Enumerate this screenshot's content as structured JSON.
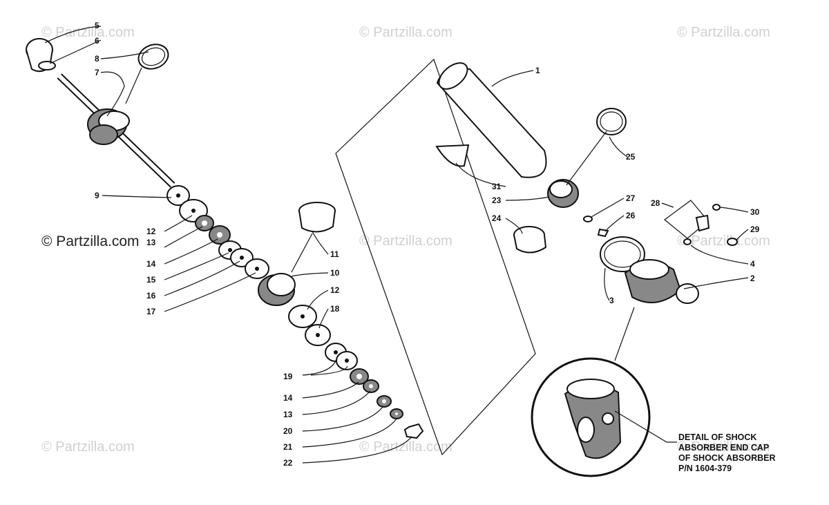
{
  "watermarks": {
    "main": "© Partzilla.com",
    "faint": [
      "© Partzilla.com",
      "© Partzilla.com",
      "© Partzilla.com",
      "© Partzilla.com",
      "© Partzilla.com",
      "© Partzilla.com",
      "© Partzilla.com",
      "© Partzilla.com"
    ]
  },
  "callouts": {
    "c1": "1",
    "c2": "2",
    "c3": "3",
    "c4": "4",
    "c5": "5",
    "c6": "6",
    "c7": "7",
    "c8": "8",
    "c9": "9",
    "c10": "10",
    "c11": "11",
    "c12a": "12",
    "c12b": "12",
    "c13a": "13",
    "c13b": "13",
    "c14a": "14",
    "c14b": "14",
    "c15": "15",
    "c16": "16",
    "c17": "17",
    "c18": "18",
    "c19": "19",
    "c20": "20",
    "c21": "21",
    "c22": "22",
    "c23": "23",
    "c24": "24",
    "c25": "25",
    "c26": "26",
    "c27": "27",
    "c28": "28",
    "c29": "29",
    "c30": "30",
    "c31": "31"
  },
  "detail_note": {
    "line1": "DETAIL OF SHOCK",
    "line2": "ABSORBER END CAP",
    "line3": "OF SHOCK ABSORBER",
    "line4": "P/N 1604-379"
  }
}
